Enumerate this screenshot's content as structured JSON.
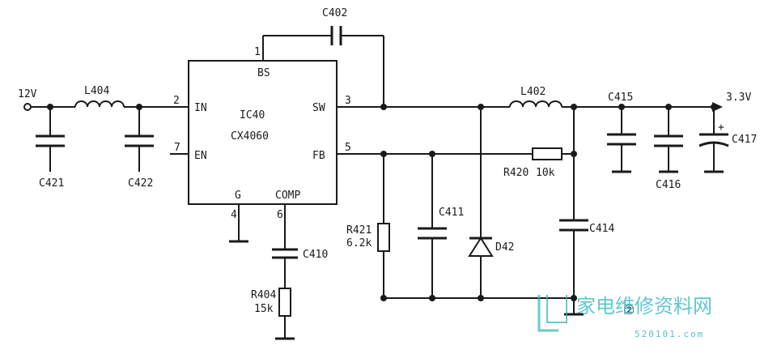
{
  "ic": {
    "ref": "IC40",
    "part": "CX4060",
    "pins": {
      "bs": {
        "num": "1",
        "name": "BS"
      },
      "in": {
        "num": "2",
        "name": "IN"
      },
      "sw": {
        "num": "3",
        "name": "SW"
      },
      "g": {
        "num": "4",
        "name": "G"
      },
      "fb": {
        "num": "5",
        "name": "FB"
      },
      "comp": {
        "num": "6",
        "name": "COMP"
      },
      "en": {
        "num": "7",
        "name": "EN"
      }
    }
  },
  "nets": {
    "input": "12V",
    "output": "3.3V"
  },
  "components": {
    "l404": "L404",
    "l402": "L402",
    "c402": "C402",
    "c421": "C421",
    "c422": "C422",
    "c410": "C410",
    "c411": "C411",
    "c414": "C414",
    "c415": "C415",
    "c416": "C416",
    "c417": "C417",
    "c417_polarity": "+",
    "r404": "R404",
    "r404_value": "15k",
    "r420": "R420",
    "r420_value": "10k",
    "r421": "R421",
    "r421_value": "6.2k",
    "d42": "D42"
  },
  "figure_marker": "②",
  "watermark": {
    "text": "家电维修资料网",
    "url": "520101.com"
  }
}
